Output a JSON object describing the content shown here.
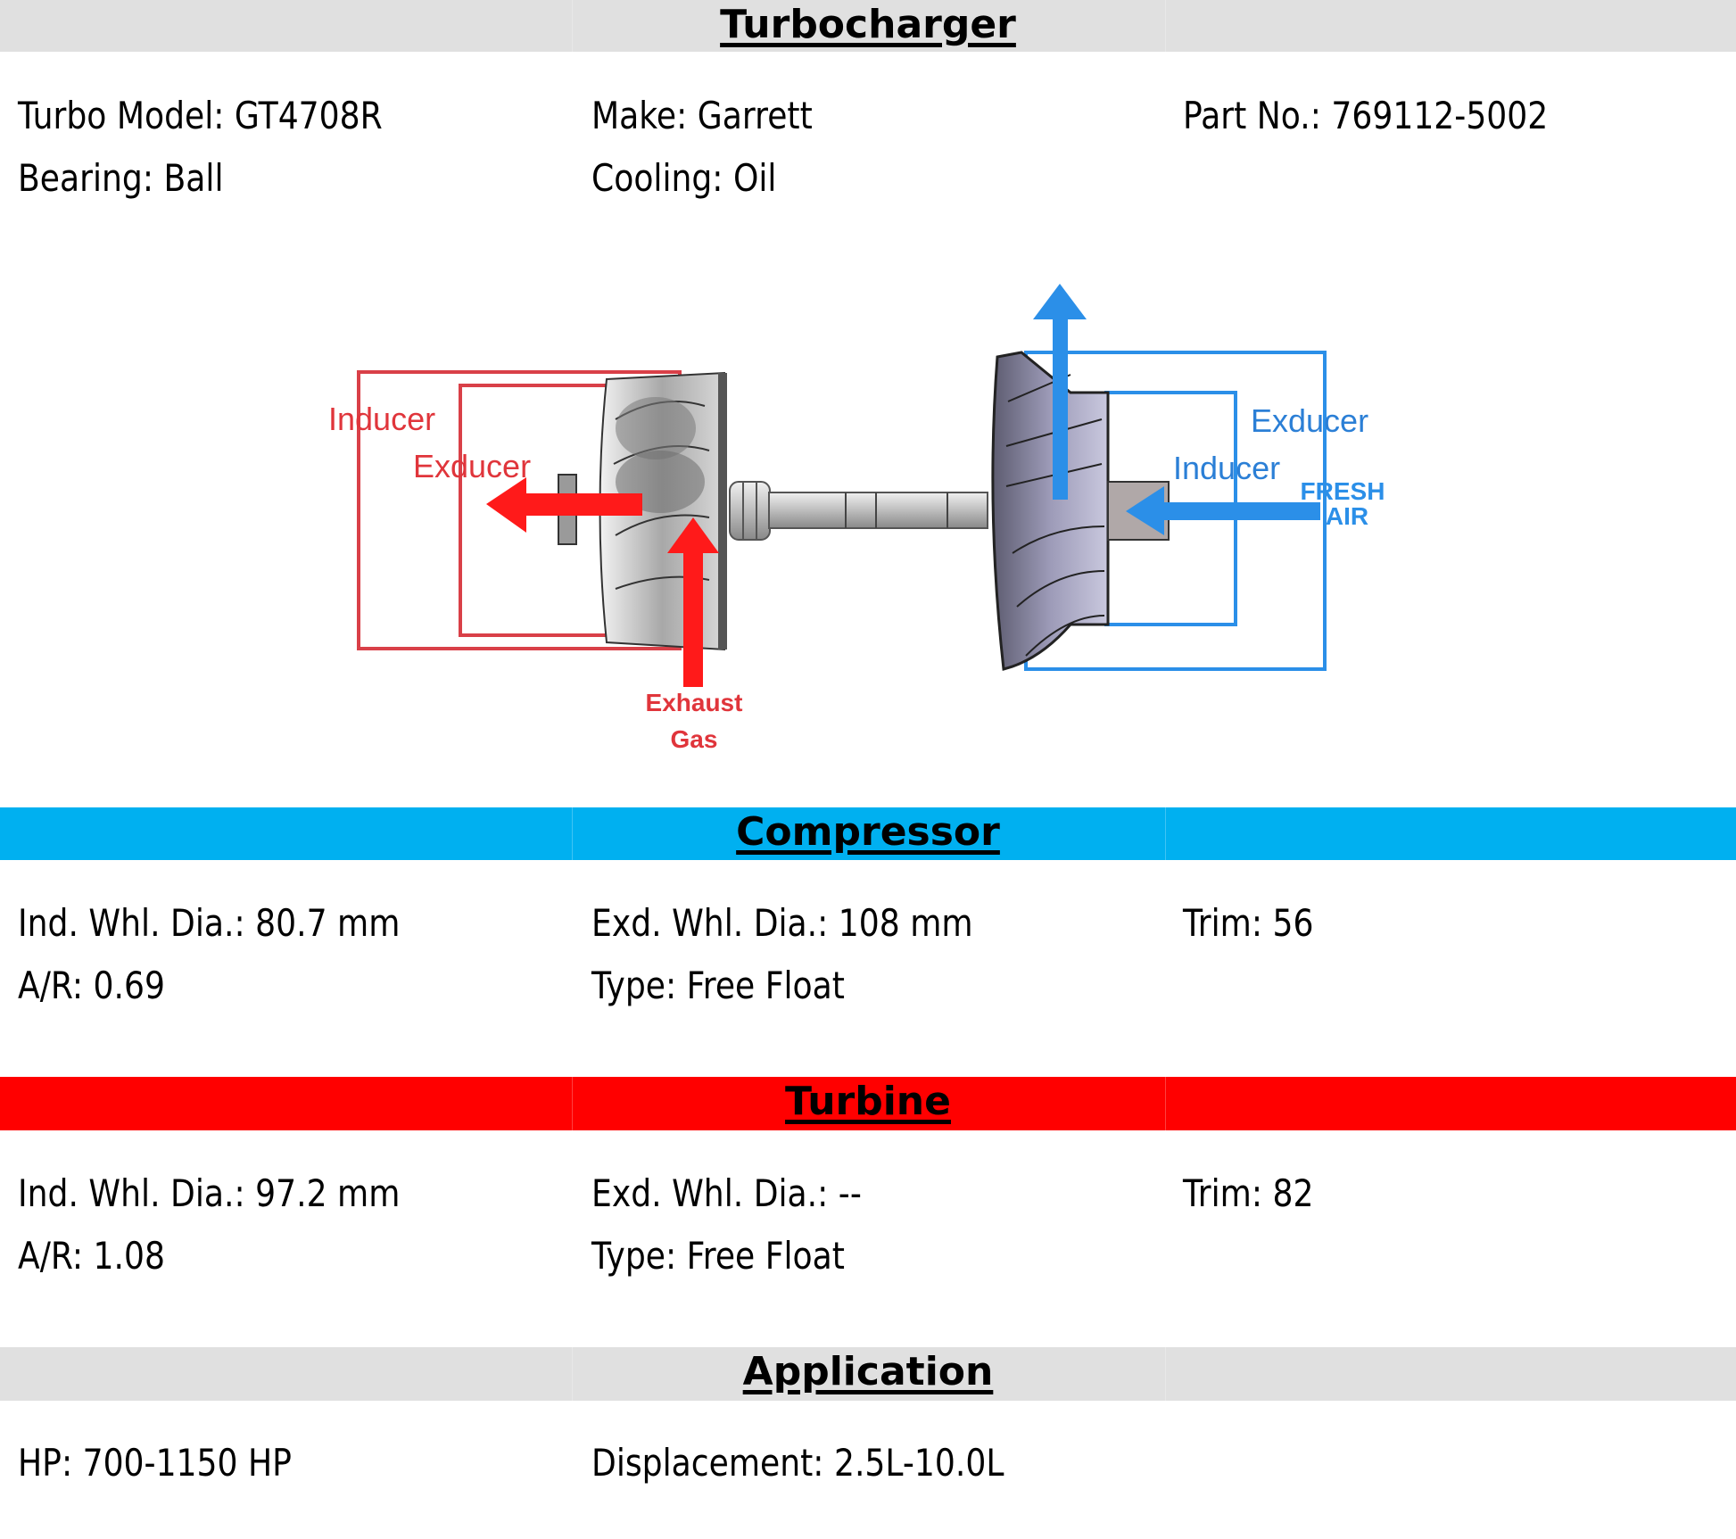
{
  "sections": {
    "turbocharger": {
      "title": "Turbocharger",
      "color": "#e0e0e0",
      "fields": {
        "turbo_model": "Turbo Model: GT4708R",
        "make": "Make: Garrett",
        "part_no": "Part No.: 769112-5002",
        "bearing": "Bearing: Ball",
        "cooling": "Cooling: Oil"
      }
    },
    "compressor": {
      "title": "Compressor",
      "color": "#00b0f0",
      "fields": {
        "ind_whl_dia": "Ind. Whl. Dia.: 80.7 mm",
        "exd_whl_dia": "Exd. Whl. Dia.: 108 mm",
        "trim": "Trim: 56",
        "ar": "A/R: 0.69",
        "type": "Type: Free Float"
      }
    },
    "turbine": {
      "title": "Turbine",
      "color": "#ff0000",
      "fields": {
        "ind_whl_dia": "Ind. Whl. Dia.: 97.2 mm",
        "exd_whl_dia": "Exd. Whl. Dia.: --",
        "trim": "Trim: 82",
        "ar": "A/R: 1.08",
        "type": "Type: Free Float"
      }
    },
    "application": {
      "title": "Application",
      "color": "#e0e0e0",
      "fields": {
        "hp": "HP: 700-1150 HP",
        "displacement": "Displacement: 2.5L-10.0L"
      }
    }
  },
  "diagram": {
    "turbine_side": {
      "inducer_label": "Inducer",
      "exducer_label": "Exducer",
      "flow_label_line1": "Exhaust",
      "flow_label_line2": "Gas",
      "color": "#e8232a"
    },
    "compressor_side": {
      "exducer_label": "Exducer",
      "inducer_label": "Inducer",
      "flow_label_line1": "FRESH",
      "flow_label_line2": "AIR",
      "color": "#2b8fe8"
    }
  }
}
